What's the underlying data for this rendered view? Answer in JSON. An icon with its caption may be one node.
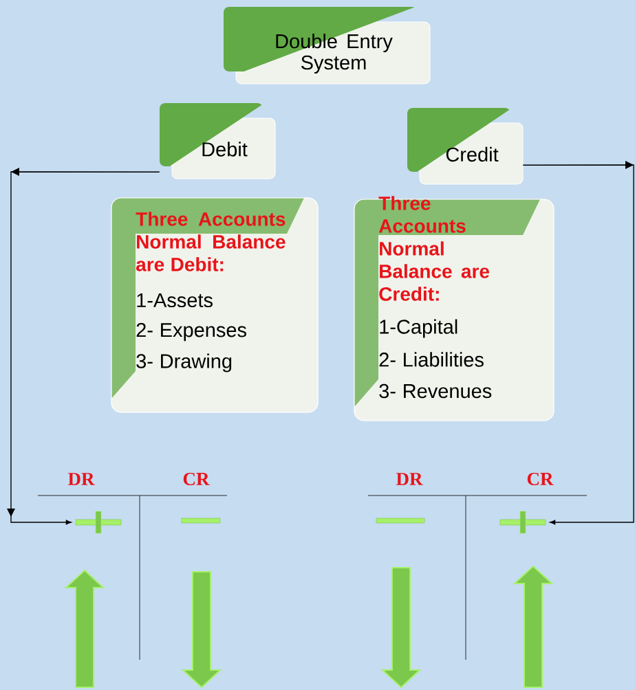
{
  "diagram": {
    "nodes": [
      {
        "text": [
          "Double Entry System"
        ]
      },
      {
        "text": [
          "Debit"
        ]
      },
      {
        "text": [
          "Credit"
        ]
      },
      {
        "text": [
          "Three Accounts Normal Balance are Debit:",
          "1-Assets",
          "2- Expenses",
          "3- Drawing"
        ]
      },
      {
        "text": [
          "Three Accounts Normal Balance are Credit:",
          "1-Capital",
          "2- Liabilities",
          "3- Revenues"
        ]
      },
      {
        "text": [],
        "shape": "plus"
      },
      {
        "text": [],
        "shape": "plus"
      }
    ],
    "edges": [
      {
        "from": 1,
        "to": 5,
        "arrow": "to"
      },
      {
        "from": 2,
        "to": 6,
        "arrow": "to"
      }
    ],
    "labels": [
      "DR",
      "CR",
      "DR",
      "CR"
    ]
  }
}
